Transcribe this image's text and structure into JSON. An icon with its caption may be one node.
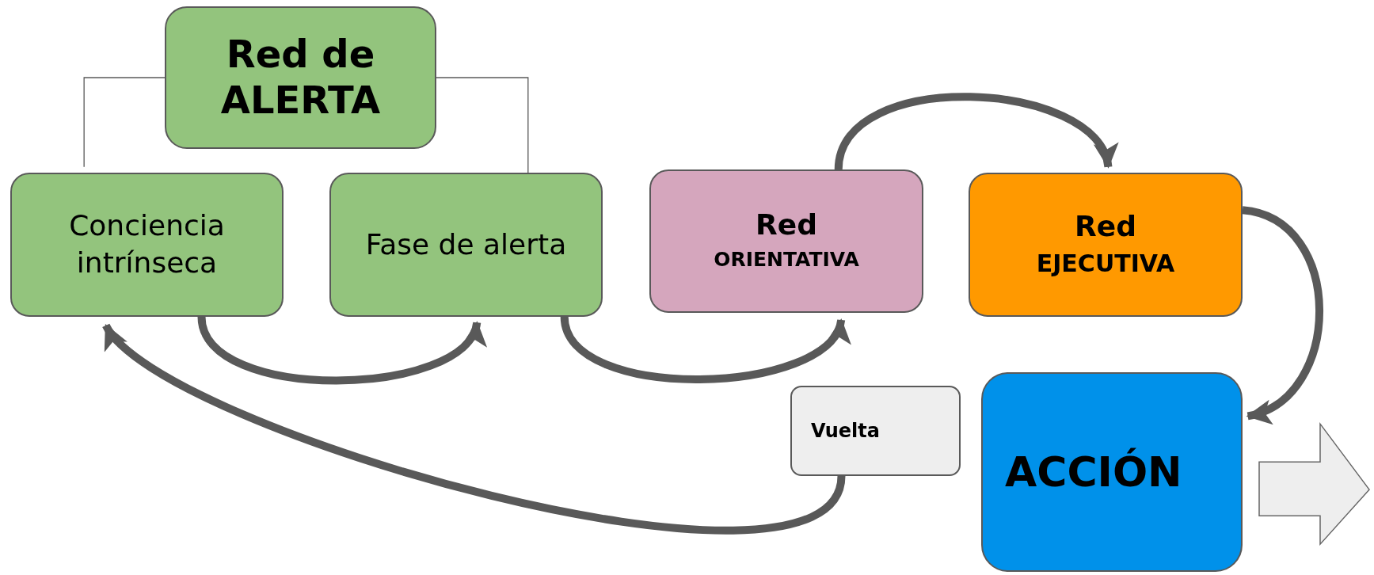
{
  "diagram": {
    "nodes": [
      {
        "text": [
          "Red de ALERTA"
        ]
      },
      {
        "text": [
          "Conciencia intrínseca"
        ]
      },
      {
        "text": [
          "Fase de alerta"
        ]
      },
      {
        "text": [
          "Red",
          "ORIENTATIVA"
        ]
      },
      {
        "text": [
          "Red",
          "EJECUTIVA"
        ]
      },
      {
        "text": [
          "Vuelta"
        ]
      },
      {
        "text": [
          "ACCIÓN"
        ]
      }
    ],
    "edges": [
      {
        "from": 0,
        "to": 1,
        "arrow": "none"
      },
      {
        "from": 0,
        "to": 2,
        "arrow": "none"
      },
      {
        "from": 1,
        "to": 2,
        "arrow": "to"
      },
      {
        "from": 2,
        "to": 3,
        "arrow": "to"
      },
      {
        "from": 3,
        "to": 4,
        "arrow": "to"
      },
      {
        "from": 4,
        "to": 6,
        "arrow": "to"
      },
      {
        "from": 5,
        "to": 1,
        "arrow": "to"
      },
      {
        "from": 6,
        "to": null,
        "arrow": "to"
      }
    ]
  }
}
